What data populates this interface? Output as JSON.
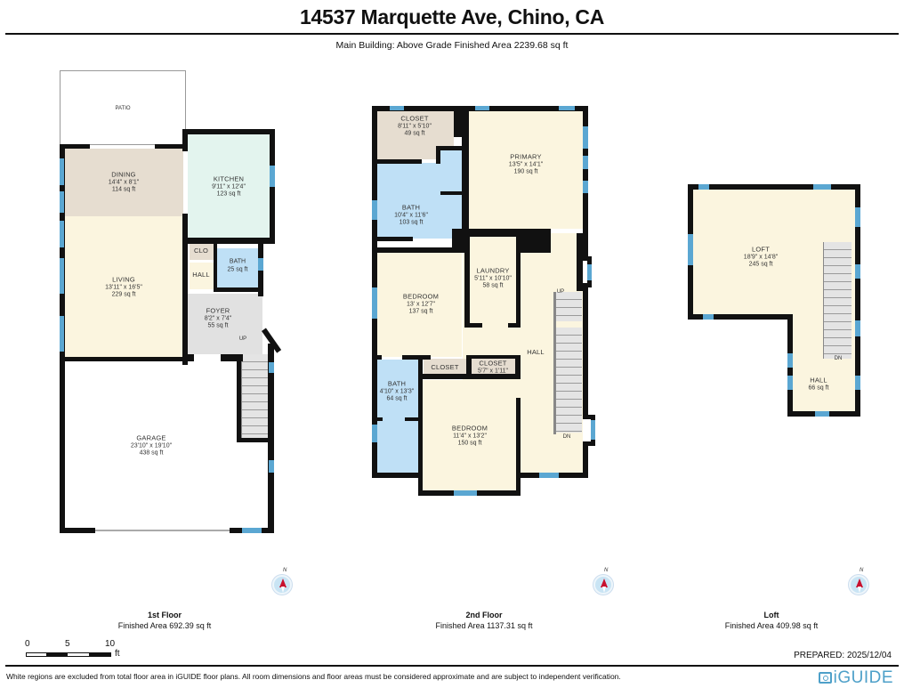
{
  "header": {
    "title": "14537 Marquette Ave, Chino, CA",
    "subtitle": "Main Building: Above Grade Finished Area 2239.68 sq ft"
  },
  "floors": {
    "first": {
      "name": "1st Floor",
      "area": "Finished Area 692.39 sq ft",
      "rooms": {
        "patio": {
          "name": "PATIO"
        },
        "dining": {
          "name": "DINING",
          "dims": "14'4\" x 8'1\"",
          "area": "114 sq ft"
        },
        "kitchen": {
          "name": "KITCHEN",
          "dims": "9'11\" x 12'4\"",
          "area": "123 sq ft"
        },
        "living": {
          "name": "LIVING",
          "dims": "13'11\" x 16'5\"",
          "area": "229 sq ft"
        },
        "clo": {
          "name": "CLO"
        },
        "hall": {
          "name": "HALL"
        },
        "bath": {
          "name": "BATH",
          "area": "25 sq ft"
        },
        "foyer": {
          "name": "FOYER",
          "dims": "8'2\" x 7'4\"",
          "area": "55 sq ft"
        },
        "garage": {
          "name": "GARAGE",
          "dims": "23'10\" x 19'10\"",
          "area": "438 sq ft"
        }
      },
      "stair_label": "UP"
    },
    "second": {
      "name": "2nd Floor",
      "area": "Finished Area 1137.31 sq ft",
      "rooms": {
        "closet_top": {
          "name": "CLOSET",
          "dims": "8'11\" x 5'10\"",
          "area": "49 sq ft"
        },
        "primary": {
          "name": "PRIMARY",
          "dims": "13'5\" x 14'1\"",
          "area": "190 sq ft"
        },
        "bath_top": {
          "name": "BATH",
          "dims": "10'4\" x 11'6\"",
          "area": "103 sq ft"
        },
        "bedroom_1": {
          "name": "BEDROOM",
          "dims": "13' x 12'7\"",
          "area": "137 sq ft"
        },
        "laundry": {
          "name": "LAUNDRY",
          "dims": "5'11\" x 10'10\"",
          "area": "58 sq ft"
        },
        "hall": {
          "name": "HALL"
        },
        "closet_mid": {
          "name": "CLOSET"
        },
        "closet_small": {
          "name": "CLOSET",
          "dims": "5'7\" x 1'11\""
        },
        "bath_bottom": {
          "name": "BATH",
          "dims": "4'10\" x 13'3\"",
          "area": "64 sq ft"
        },
        "bedroom_2": {
          "name": "BEDROOM",
          "dims": "11'4\" x 13'2\"",
          "area": "150 sq ft"
        }
      },
      "stair_up": "UP",
      "stair_dn": "DN"
    },
    "loft": {
      "name": "Loft",
      "area": "Finished Area 409.98 sq ft",
      "rooms": {
        "loft": {
          "name": "LOFT",
          "dims": "18'9\" x 14'8\"",
          "area": "245 sq ft"
        },
        "hall": {
          "name": "HALL",
          "area": "66 sq ft"
        }
      },
      "stair_dn": "DN"
    }
  },
  "compass": {
    "north_label": "N"
  },
  "scale": {
    "ticks": [
      "0",
      "5",
      "10"
    ],
    "unit": "ft"
  },
  "footer": {
    "prepared": "PREPARED: 2025/12/04",
    "disclaimer": "White regions are excluded from total floor area in iGUIDE floor plans. All room dimensions and floor areas must be considered approximate and are subject to independent verification.",
    "brand": "iGUIDE"
  },
  "colors": {
    "wall": "#111111",
    "window": "#5ba7d2",
    "bedroom_living": "#fbf5df",
    "closet_dining": "#e6ddd0",
    "kitchen": "#e3f4ee",
    "bath": "#bfe0f6",
    "foyer": "#e1e1e1"
  }
}
